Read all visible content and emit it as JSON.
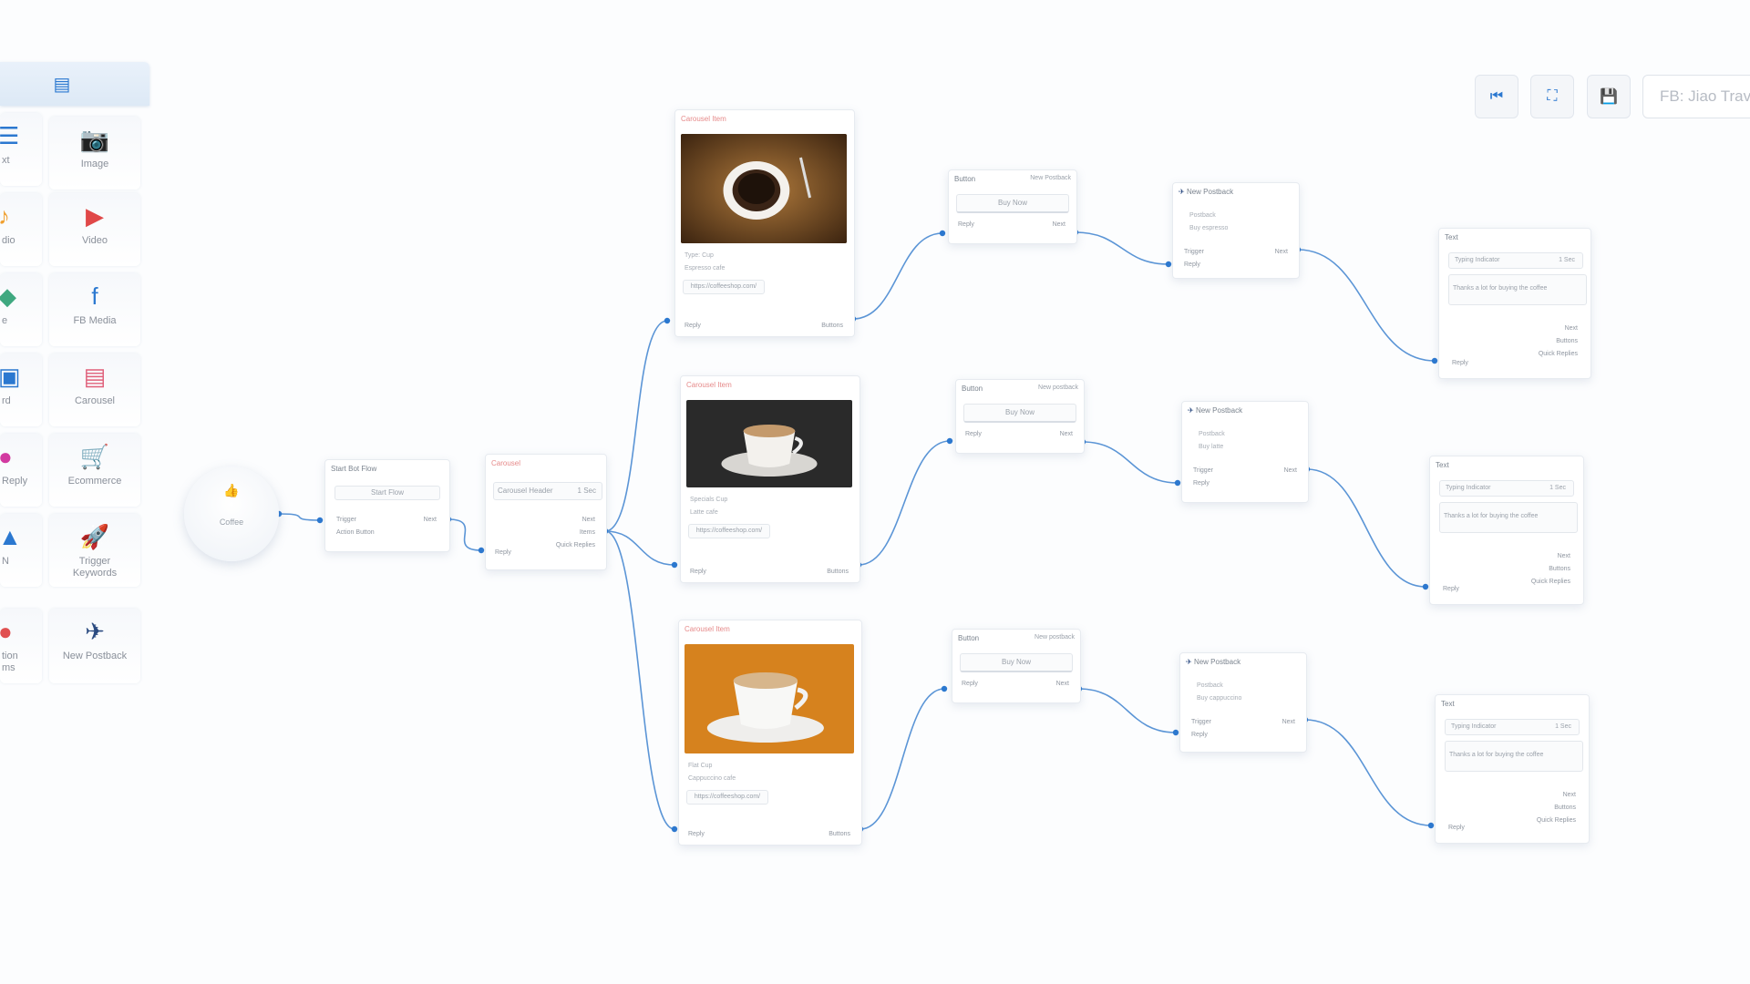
{
  "palette": {
    "header_icon": "menu-icon",
    "tiles": [
      {
        "id": "text",
        "label": "xt",
        "icon": "list-icon",
        "glyph": "☰",
        "color": "#2b78d0"
      },
      {
        "id": "image",
        "label": "Image",
        "icon": "camera-icon",
        "glyph": "📷",
        "color": "#3b6ad6"
      },
      {
        "id": "audio",
        "label": "dio",
        "icon": "audio-icon",
        "glyph": "♪",
        "color": "#f0a030"
      },
      {
        "id": "video",
        "label": "Video",
        "icon": "youtube-icon",
        "glyph": "▶",
        "color": "#e04848"
      },
      {
        "id": "location",
        "label": "e",
        "icon": "pin-icon",
        "glyph": "◆",
        "color": "#3fa880"
      },
      {
        "id": "fb-media",
        "label": "FB Media",
        "icon": "facebook-icon",
        "glyph": "f",
        "color": "#2b78d0"
      },
      {
        "id": "card",
        "label": "rd",
        "icon": "card-icon",
        "glyph": "▣",
        "color": "#2b78d0"
      },
      {
        "id": "carousel",
        "label": "Carousel",
        "icon": "carousel-icon",
        "glyph": "▤",
        "color": "#e0607a"
      },
      {
        "id": "quick-reply",
        "label": "Reply",
        "icon": "chat-bubble-icon",
        "glyph": "●",
        "color": "#d23aa0"
      },
      {
        "id": "ecommerce",
        "label": "Ecommerce",
        "icon": "cart-icon",
        "glyph": "🛒",
        "color": "#f08a20"
      },
      {
        "id": "user-input",
        "label": "N",
        "icon": "person-icon",
        "glyph": "▲",
        "color": "#2b78d0"
      },
      {
        "id": "trigger-keywords",
        "label": "Trigger\nKeywords",
        "icon": "rocket-icon",
        "glyph": "🚀",
        "color": "#2b5fd0"
      },
      {
        "id": "otn",
        "label": "tion\nms",
        "icon": "bell-icon",
        "glyph": "●",
        "color": "#e05050"
      },
      {
        "id": "new-postback",
        "label": "New Postback",
        "icon": "paper-plane-icon",
        "glyph": "✈",
        "color": "#2a4a80"
      }
    ]
  },
  "toolbar": {
    "buttons": [
      {
        "id": "first",
        "icon": "skip-back-icon",
        "glyph": "⏮"
      },
      {
        "id": "fit",
        "icon": "expand-icon",
        "glyph": "⛶"
      },
      {
        "id": "save",
        "icon": "save-icon",
        "glyph": "💾"
      }
    ],
    "page_select": "FB: Jiao Trave"
  },
  "flow": {
    "start": {
      "label": "Coffee",
      "icon": "thumbs-up-icon"
    },
    "trigger_node": {
      "title": "Start Bot Flow",
      "button": "Start Flow",
      "ports_in": [
        "Trigger",
        "Action Button"
      ],
      "port_out": "Next"
    },
    "carousel_node": {
      "title": "Carousel",
      "field": "Carousel Header",
      "field_tag": "1 Sec",
      "port_in": "Reply",
      "ports_out": [
        "Next",
        "Items",
        "Quick Replies"
      ]
    },
    "item_nodes": [
      {
        "title": "Carousel Item",
        "caption": "Type: Cup",
        "subtitle": "Espresso cafe",
        "url": "https://coffeeshop.com/",
        "port_in": "Reply",
        "port_out": "Buttons",
        "photo": "espresso"
      },
      {
        "title": "Carousel Item",
        "caption": "Specials Cup",
        "subtitle": "Latte cafe",
        "url": "https://coffeeshop.com/",
        "port_in": "Reply",
        "port_out": "Buttons",
        "photo": "latte"
      },
      {
        "title": "Carousel Item",
        "caption": "Flat Cup",
        "subtitle": "Cappuccino cafe",
        "url": "https://coffeeshop.com/",
        "port_in": "Reply",
        "port_out": "Buttons",
        "photo": "cappuccino"
      }
    ],
    "button_nodes": [
      {
        "title": "Button",
        "tag": "New Postback",
        "label": "Buy Now",
        "port_in": "Reply",
        "port_out": "Next"
      },
      {
        "title": "Button",
        "tag": "New postback",
        "label": "Buy Now",
        "port_in": "Reply",
        "port_out": "Next"
      },
      {
        "title": "Button",
        "tag": "New postback",
        "label": "Buy Now",
        "port_in": "Reply",
        "port_out": "Next"
      }
    ],
    "postback_nodes": [
      {
        "title": "New Postback",
        "line1": "Postback",
        "line2": "Buy espresso",
        "ports_in": [
          "Trigger",
          "Reply"
        ],
        "port_out": "Next"
      },
      {
        "title": "New Postback",
        "line1": "Postback",
        "line2": "Buy latte",
        "ports_in": [
          "Trigger",
          "Reply"
        ],
        "port_out": "Next"
      },
      {
        "title": "New Postback",
        "line1": "Postback",
        "line2": "Buy cappuccino",
        "ports_in": [
          "Trigger",
          "Reply"
        ],
        "port_out": "Next"
      }
    ],
    "text_nodes": [
      {
        "title": "Text",
        "field": "Typing Indicator",
        "field_tag": "1 Sec",
        "message": "Thanks a lot for buying the coffee",
        "port_in": "Reply",
        "ports_out": [
          "Next",
          "Buttons",
          "Quick Replies"
        ]
      },
      {
        "title": "Text",
        "field": "Typing Indicator",
        "field_tag": "1 Sec",
        "message": "Thanks a lot for buying the coffee",
        "port_in": "Reply",
        "ports_out": [
          "Next",
          "Buttons",
          "Quick Replies"
        ]
      },
      {
        "title": "Text",
        "field": "Typing Indicator",
        "field_tag": "1 Sec",
        "message": "Thanks a lot for buying the coffee",
        "port_in": "Reply",
        "ports_out": [
          "Next",
          "Buttons",
          "Quick Replies"
        ]
      }
    ]
  },
  "accent_color": "#2b78d0"
}
